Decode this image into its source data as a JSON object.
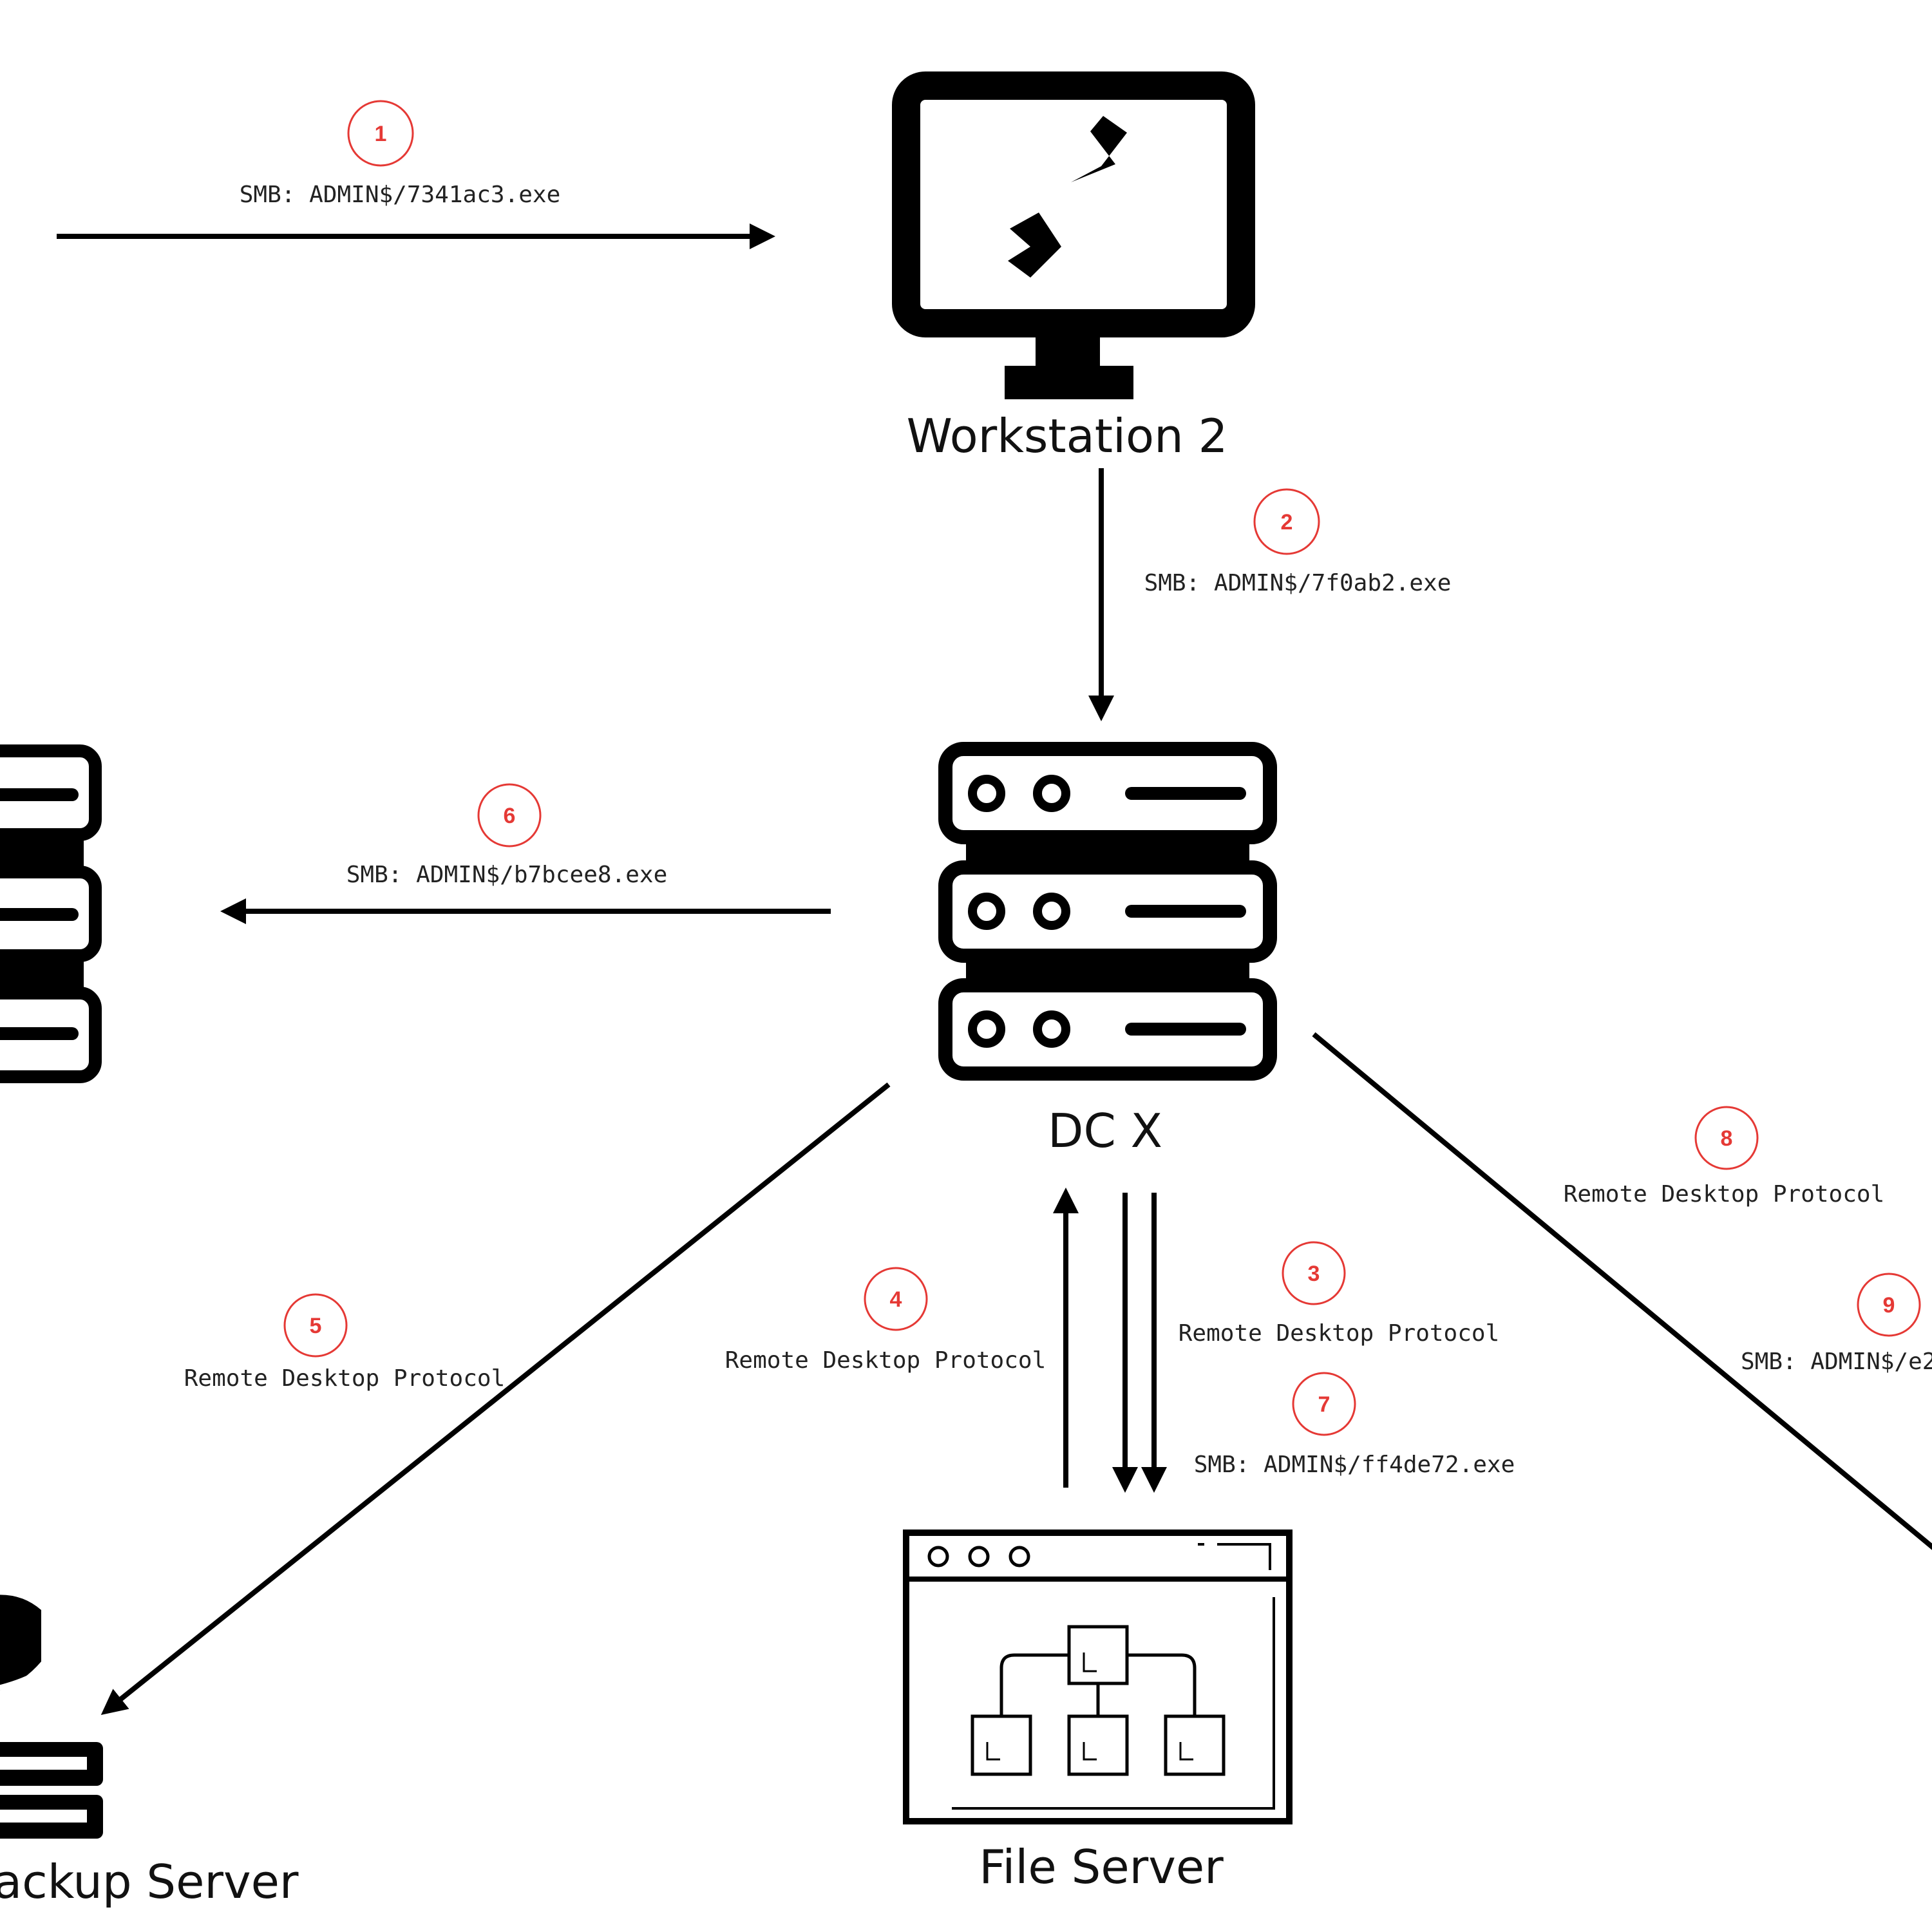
{
  "colors": {
    "accent": "#e53935",
    "stroke": "#000000",
    "background": "#ffffff"
  },
  "nodes": {
    "workstation": {
      "label": "Workstation 2",
      "icon": "monitor-remote-desktop-icon"
    },
    "dc": {
      "label": "DC X",
      "icon": "server-rack-icon"
    },
    "file_server": {
      "label": "File Server",
      "icon": "file-server-window-icon"
    },
    "backup_server": {
      "label": "ackup Server",
      "icon": "database-server-icon"
    },
    "left_server": {
      "icon": "server-rack-icon"
    }
  },
  "edges": {
    "e1": {
      "step": "1",
      "label": "SMB: ADMIN$/7341ac3.exe"
    },
    "e2": {
      "step": "2",
      "label": "SMB: ADMIN$/7f0ab2.exe"
    },
    "e3": {
      "step": "3",
      "label": "Remote Desktop Protocol"
    },
    "e4": {
      "step": "4",
      "label": "Remote Desktop Protocol"
    },
    "e5": {
      "step": "5",
      "label": "Remote Desktop Protocol"
    },
    "e6": {
      "step": "6",
      "label": "SMB: ADMIN$/b7bcee8.exe"
    },
    "e7": {
      "step": "7",
      "label": "SMB: ADMIN$/ff4de72.exe"
    },
    "e8": {
      "step": "8",
      "label": "Remote Desktop Protocol"
    },
    "e9": {
      "step": "9",
      "label": "SMB: ADMIN$/e2"
    }
  }
}
